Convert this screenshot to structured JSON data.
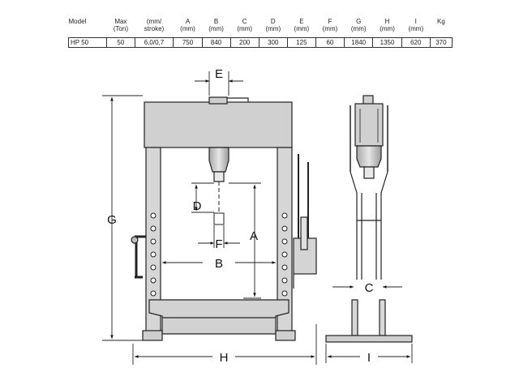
{
  "table": {
    "headers": [
      {
        "line1": "Model",
        "line2": ""
      },
      {
        "line1": "Max",
        "line2": "(Ton)"
      },
      {
        "line1": "(mm/",
        "line2": "stroke)"
      },
      {
        "line1": "A",
        "line2": "(mm)"
      },
      {
        "line1": "B",
        "line2": "(mm)"
      },
      {
        "line1": "C",
        "line2": "(mm)"
      },
      {
        "line1": "D",
        "line2": "(mm)"
      },
      {
        "line1": "E",
        "line2": "(mm)"
      },
      {
        "line1": "F",
        "line2": "(mm)"
      },
      {
        "line1": "G",
        "line2": "(mm)"
      },
      {
        "line1": "H",
        "line2": "(mm)"
      },
      {
        "line1": "I",
        "line2": "(mm)"
      },
      {
        "line1": "Kg",
        "line2": ""
      }
    ],
    "row": [
      "HP 50",
      "50",
      "6,0/0,7",
      "750",
      "840",
      "200",
      "300",
      "125",
      "60",
      "1840",
      "1350",
      "620",
      "370"
    ]
  },
  "dimension_labels": {
    "A": "A",
    "B": "B",
    "C": "C",
    "D": "D",
    "E": "E",
    "F": "F",
    "G": "G",
    "H": "H",
    "I": "I"
  }
}
